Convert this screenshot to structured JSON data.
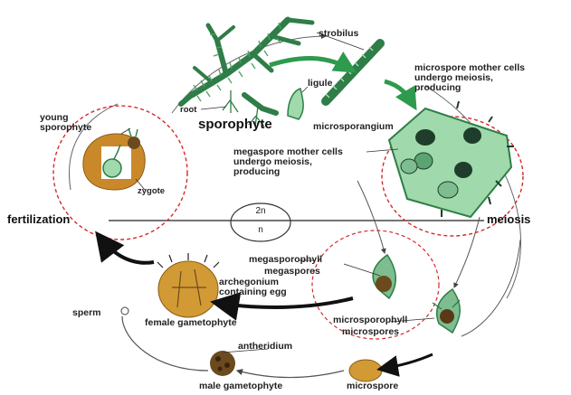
{
  "diagram": {
    "labels": {
      "strobilus": "strobilus",
      "ligule": "ligule",
      "root": "root",
      "sporophyte": "sporophyte",
      "microsporangium": "microsporangium",
      "microspore_mother_cells": [
        "microspore mother cells",
        "undergo meiosis,",
        "producing"
      ],
      "megaspore_mother_cells": [
        "megaspore mother cells",
        "undergo meiosis,",
        "producing"
      ],
      "young_sporophyte": [
        "young",
        "sporophyte"
      ],
      "zygote": "zygote",
      "fertilization": "fertilization",
      "meiosis": "meiosis",
      "diploid": "2n",
      "haploid": "n",
      "megasporophyll": "megasporophyll",
      "megaspores": "megaspores",
      "archegonium": [
        "archegonium",
        "containing egg"
      ],
      "sperm": "sperm",
      "female_gametophyte": "female gametophyte",
      "microsporophyll": "microsporophyll",
      "microspores": "microspores",
      "antheridium": "antheridium",
      "microspore": "microspore",
      "male_gametophyte": "male gametophyte"
    },
    "colors": {
      "plant_green": "#3f8f55",
      "light_green": "#9fd9ac",
      "arrow_green": "#2e9a4e",
      "dashed_red": "#d42a2a",
      "brown": "#b5781f",
      "dark_brown": "#5a3a16",
      "text": "#222222"
    }
  }
}
